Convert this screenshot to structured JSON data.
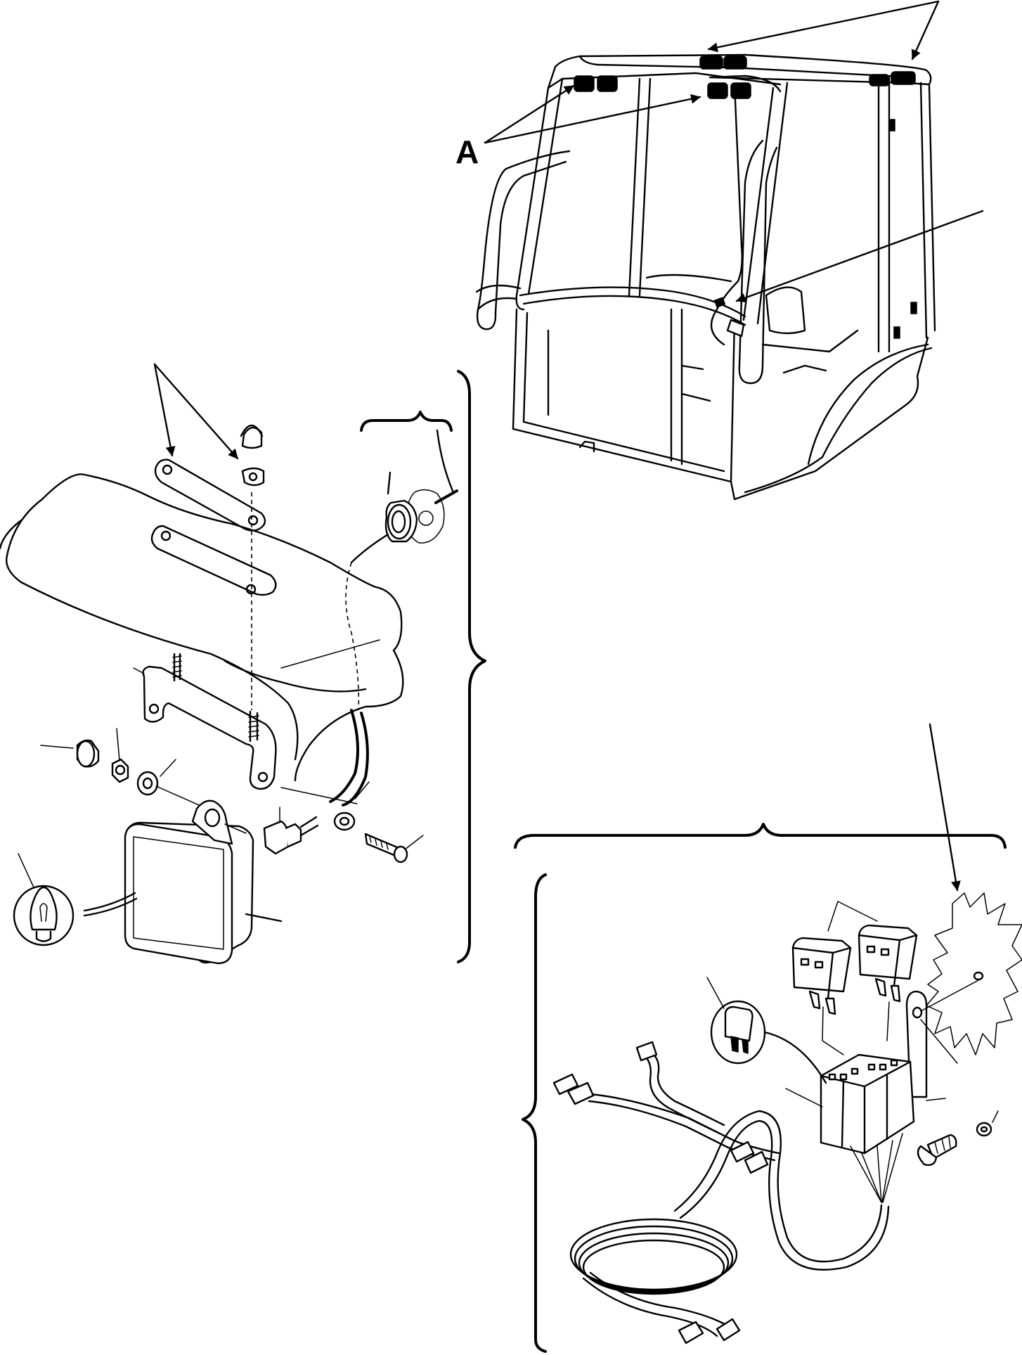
{
  "callouts": {
    "a_label": "A"
  },
  "parts": {
    "cab": "cab-frame",
    "work_lamp": "work-lamp",
    "relay_kit": "relay-kit"
  }
}
